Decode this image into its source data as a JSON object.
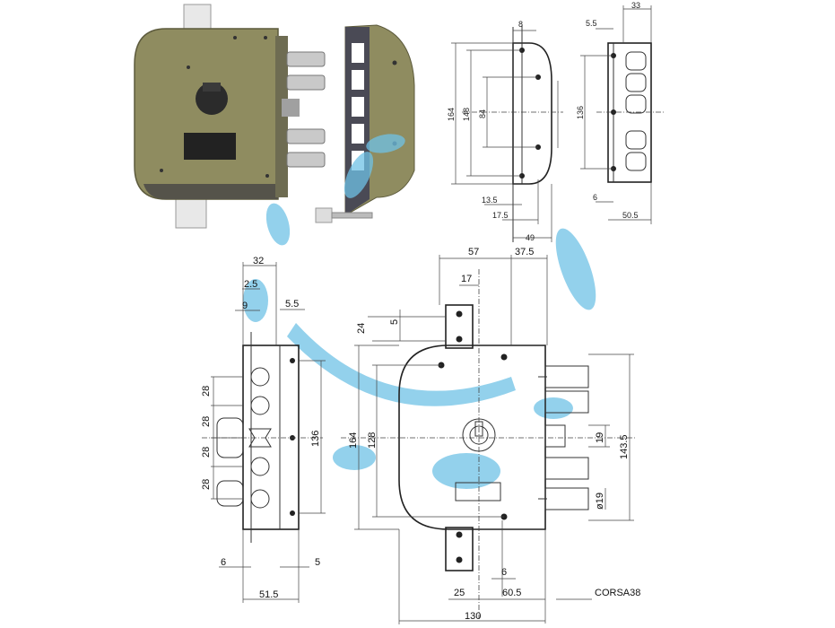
{
  "photo_lock": {
    "body_color": "#8f8c60",
    "plate_color": "#4a4a55"
  },
  "watermark": {
    "color": "#6fc2e6"
  },
  "top_front": {
    "d8": "8",
    "d164": "164",
    "d148": "148",
    "d84": "84",
    "d13_5": "13.5",
    "d17_5": "17.5",
    "d49": "49"
  },
  "top_side": {
    "d33": "33",
    "d5_5": "5.5",
    "d136": "136",
    "d6": "6",
    "d50_5": "50.5"
  },
  "bottom_side": {
    "d32": "32",
    "d2_5": "2.5",
    "d9": "9",
    "d5_5": "5.5",
    "d28a": "28",
    "d28b": "28",
    "d28c": "28",
    "d28d": "28",
    "d136": "136",
    "d6": "6",
    "d5": "5",
    "d51_5": "51.5"
  },
  "bottom_front": {
    "d57": "57",
    "d37_5": "37.5",
    "d17": "17",
    "d24": "24",
    "d5": "5",
    "d164": "164",
    "d128": "128",
    "d19": "19",
    "d143_5": "143.5",
    "d19phi": "ø19",
    "d6": "6",
    "d25": "25",
    "d60_5": "60.5",
    "corsa": "CORSA38",
    "d130": "130"
  }
}
